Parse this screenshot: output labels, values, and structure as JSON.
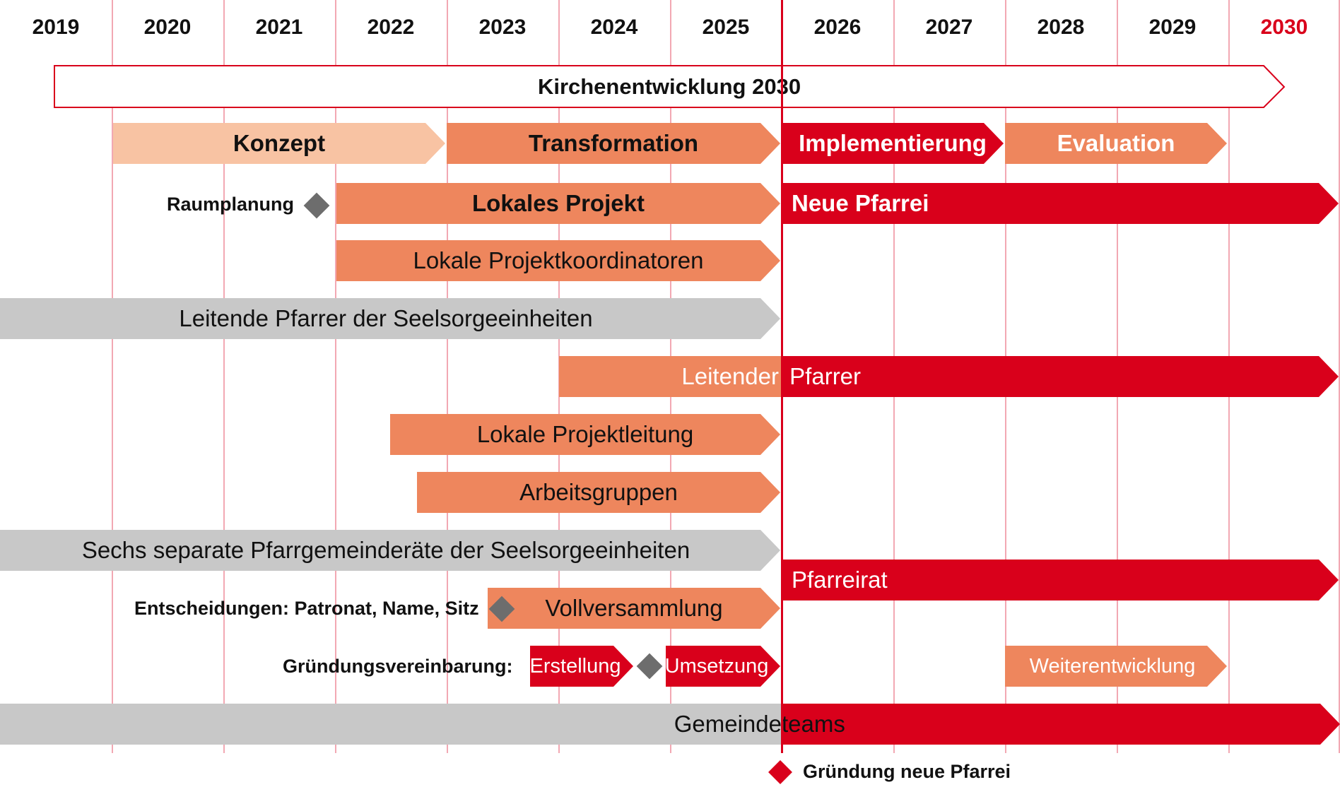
{
  "timeline": {
    "years": [
      "2019",
      "2020",
      "2021",
      "2022",
      "2023",
      "2024",
      "2025",
      "2026",
      "2027",
      "2028",
      "2029",
      "2030"
    ],
    "highlight_year": "2030",
    "main_bar": "Kirchenentwicklung 2030"
  },
  "phases": {
    "konzept": "Konzept",
    "transformation": "Transformation",
    "implementierung": "Implementierung",
    "evaluation": "Evaluation"
  },
  "rows": {
    "raumplanung": "Raumplanung",
    "lokales_projekt": "Lokales Projekt",
    "neue_pfarrei": "Neue Pfarrei",
    "lokale_projektkoordinatoren": "Lokale Projektkoordinatoren",
    "leitende_pfarrer": "Leitende Pfarrer der Seelsorgeeinheiten",
    "leitender_pfarrer_a": "Leitender",
    "leitender_pfarrer_b": " Pfarrer",
    "lokale_projektleitung": "Lokale Projektleitung",
    "arbeitsgruppen": "Arbeitsgruppen",
    "pfarrgemeinderaete": "Sechs separate Pfarrgemeinderäte der Seelsorgeeinheiten",
    "pfarreirat": "Pfarreirat",
    "entscheidungen": "Entscheidungen: Patronat, Name, Sitz",
    "vollversammlung": "Vollversammlung",
    "gruendungsvereinbarung": "Gründungsvereinbarung:",
    "erstellung": "Erstellung",
    "umsetzung": "Umsetzung",
    "weiterentwicklung": "Weiterentwicklung",
    "gemeindeteams_a": "Gemeinde",
    "gemeindeteams_b": "teams"
  },
  "legend": {
    "label": "Gründung neue Pfarrei"
  },
  "colors": {
    "red": "#d9001b",
    "orange": "#ee865d",
    "pale_orange": "#f8c3a3",
    "grey": "#c8c8c8",
    "milestone_grey": "#6d6d6d"
  }
}
